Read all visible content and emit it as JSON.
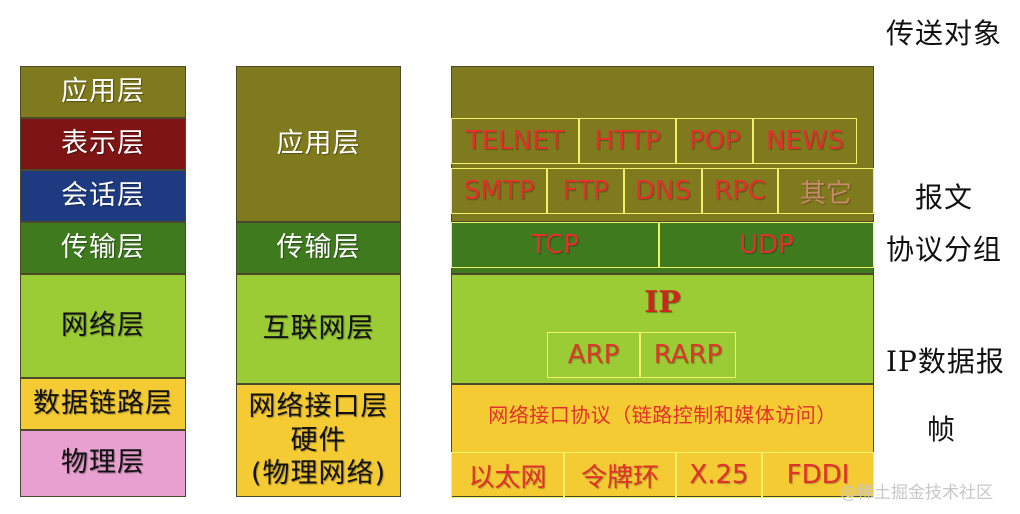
{
  "osi": [
    {
      "label": "应用层",
      "color": "#807a1e",
      "text": "#ffffff"
    },
    {
      "label": "表示层",
      "color": "#7e1414",
      "text": "#ffffff"
    },
    {
      "label": "会话层",
      "color": "#1e3a80",
      "text": "#ffffff"
    },
    {
      "label": "传输层",
      "color": "#3f7a1f",
      "text": "#ffffff"
    },
    {
      "label": "网络层",
      "color": "#9ccc35",
      "text": "#111111"
    },
    {
      "label": "数据链路层",
      "color": "#f5cb34",
      "text": "#111111"
    },
    {
      "label": "物理层",
      "color": "#e8a0d0",
      "text": "#111111"
    }
  ],
  "tcpip": {
    "app": "应用层",
    "transport": "传输层",
    "internet": "互联网层",
    "netif_line1": "网络接口层",
    "netif_line2": "硬件",
    "netif_line3": "(物理网络)"
  },
  "protocols": {
    "row1": [
      "TELNET",
      "HTTP",
      "POP",
      "NEWS"
    ],
    "row2": [
      "SMTP",
      "FTP",
      "DNS",
      "RPC",
      "其它"
    ],
    "tcp": "TCP",
    "udp": "UDP",
    "ip": "IP",
    "arp": "ARP",
    "rarp": "RARP",
    "netif": "网络接口协议（链路控制和媒体访问）",
    "phys": [
      "以太网",
      "令牌环",
      "X.25",
      "FDDI"
    ]
  },
  "objects": {
    "header": "传送对象",
    "message": "报文",
    "segment": "协议分组",
    "datagram": "IP数据报",
    "frame": "帧"
  },
  "colors": {
    "app": "#807a1e",
    "transport": "#3f7a1f",
    "network": "#9ccc35",
    "link": "#f5cb34",
    "protocol_text": "#e2312b",
    "cell_border": "#f2f26a"
  },
  "watermark": "@稀土掘金技术社区"
}
